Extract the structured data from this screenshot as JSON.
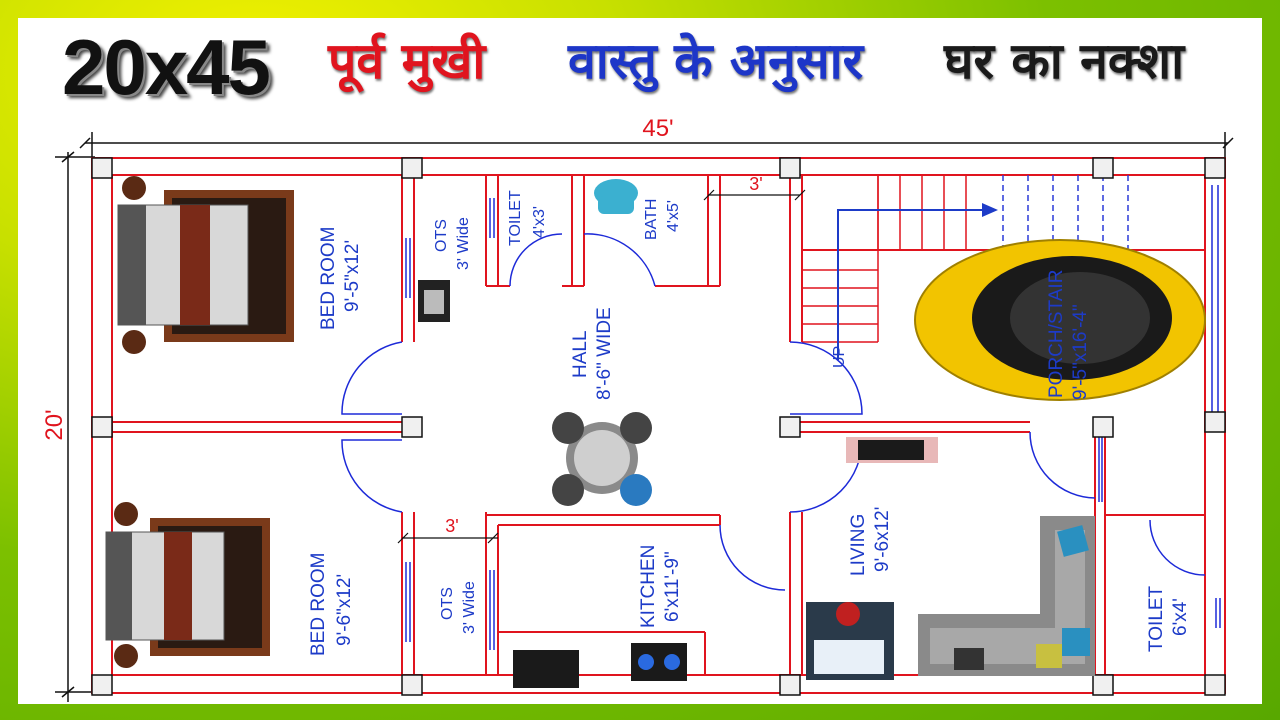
{
  "title": {
    "size": "20x45",
    "facing": "पूर्व मुखी",
    "vastu": "वास्तु के अनुसार",
    "house_map": "घर का नक्शा"
  },
  "dimensions": {
    "width": "45'",
    "depth": "20'",
    "ots_top_gap": "3'",
    "kitchen_gap": "3'"
  },
  "rooms": {
    "bed_top": {
      "name": "BED ROOM",
      "size": "9'-5\"x12'"
    },
    "bed_bottom": {
      "name": "BED ROOM",
      "size": "9'-6\"x12'"
    },
    "ots_top": {
      "name": "OTS",
      "size": "3' Wide"
    },
    "ots_bottom": {
      "name": "OTS",
      "size": "3' Wide"
    },
    "toilet_top": {
      "name": "TOILET",
      "size": "4'x3'"
    },
    "bath": {
      "name": "BATH",
      "size": "4'x5'"
    },
    "hall": {
      "name": "HALL",
      "size": "8'-6\" WIDE"
    },
    "kitchen": {
      "name": "KITCHEN",
      "size": "6'x11'-9\""
    },
    "living": {
      "name": "LIVING",
      "size": "9'-6x12'"
    },
    "porch": {
      "name": "PORCH/STAIR",
      "size": "9'-5\"x16'-4\""
    },
    "toilet_bottom": {
      "name": "TOILET",
      "size": "6'x4'"
    },
    "up": "UP"
  },
  "colors": {
    "wall": "#e0141e",
    "label": "#1d3bc8",
    "car": "#f2c400"
  }
}
